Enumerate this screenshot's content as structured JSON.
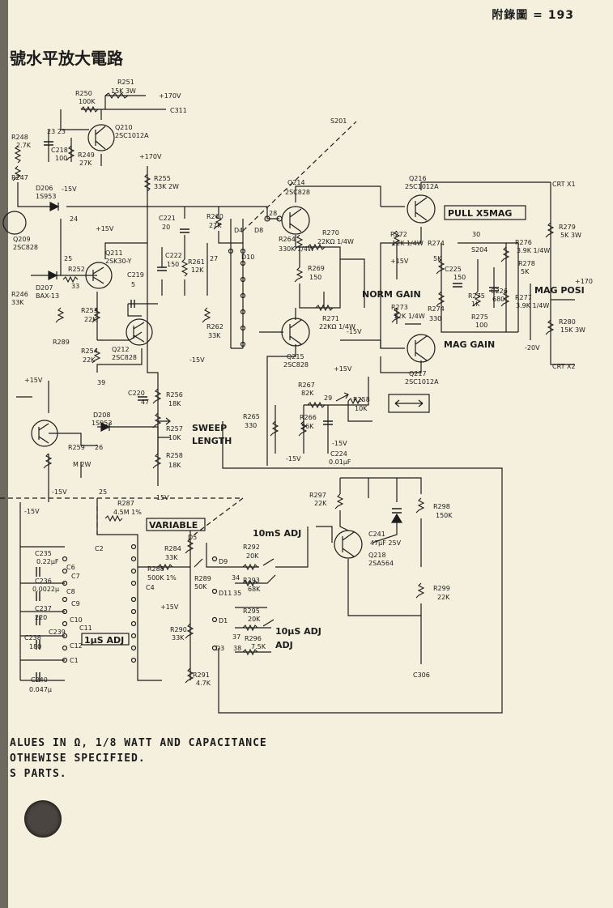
{
  "page_number": "附錄圖 = 193",
  "title": "號水平放大電路",
  "notes": [
    "ALUES IN Ω, 1/8 WATT AND CAPACITANCE",
    "OTHEWISE SPECIFIED.",
    "S PARTS."
  ],
  "labels": {
    "r251": "R251",
    "r251v": "15K 3W",
    "v170a": "+170V",
    "c311": "C311",
    "r250": "R250",
    "r250v": "100K",
    "q210": "Q210",
    "q210t": "2SC1012A",
    "r248": "R248",
    "r248v": "2.7K",
    "n23": "23 23",
    "c218": "C218",
    "c218v": "100",
    "r249": "R249",
    "r249v": "27K",
    "r247": "R247",
    "v15a": "-15V",
    "d206": "D206",
    "d206t": "1S953",
    "v170b": "+170V",
    "s201": "S201",
    "r255": "R255",
    "r255v": "33K 2W",
    "q214": "Q214",
    "q214t": "2SC828",
    "q216": "Q216",
    "q216t": "2SC1012A",
    "crt1": "CRT X1",
    "n24": "24",
    "q209": "Q209",
    "q209t": "2SC828",
    "v15b": "+15V",
    "c221": "C221",
    "c221v": "20",
    "r260": "R260",
    "r260v": "27K",
    "d4": "D4",
    "d8": "D8",
    "n28": "28",
    "r264": "R264",
    "r264v": "330K 1/4W",
    "r270": "R270",
    "r270v": "22KΩ 1/4W",
    "r272": "R272",
    "r272v": "12K 1/4W",
    "r274": "R274",
    "r274v": "5K",
    "pull": "PULL X5MAG",
    "r279": "R279",
    "r279v": "5K 3W",
    "n25": "25",
    "q211": "Q211",
    "q211t": "2SK30-Y",
    "c222": "C222",
    "c222v": "150",
    "r261": "R261",
    "r261v": "12K",
    "n27": "27",
    "d10": "D10",
    "r269": "R269",
    "r269v": "150",
    "v15c": "+15V",
    "n30": "30",
    "s204": "S204",
    "r276": "R276",
    "r276v": "3.9K 1/4W",
    "r278": "R278",
    "r278v": "5K",
    "r252": "R252",
    "r252v": "33",
    "d207": "D207",
    "d207t": "BAX-13",
    "r246": "R246",
    "r246v": "33K",
    "c219": "C219",
    "c219v": "5",
    "c225": "C225",
    "c225v": "150",
    "c226": "C226",
    "c226v": "680",
    "r275": "R275",
    "r275v": "1K",
    "r277": "R277",
    "r277v": "3.9K 1/4W",
    "normgain": "NORM GAIN",
    "magposi": "MAG POSI",
    "v170c": "+170",
    "r253": "R253",
    "r253v": "22K",
    "r273": "R273",
    "r273v": "12K 1/4W",
    "r274b": "R274",
    "r274bv": "330",
    "r275b": "R275",
    "r275bv": "100",
    "r289": "R289",
    "r271": "R271",
    "r271v": "22KΩ 1/4W",
    "v15d": "-15V",
    "r280": "R280",
    "r280v": "15K 3W",
    "q212": "Q212",
    "q212t": "2SC828",
    "r262": "R262",
    "r262v": "33K",
    "maggain": "MAG GAIN",
    "v20": "-20V",
    "r254": "R254",
    "r254v": "22K",
    "v15e": "-15V",
    "q215": "Q215",
    "q215t": "2SC828",
    "n39": "39",
    "q217": "Q217",
    "q217t": "2SC1012A",
    "crt2": "CRT X2",
    "v15f": "+15V",
    "c220": "C220",
    "c220v": "47",
    "r256": "R256",
    "r256v": "18K",
    "r267": "R267",
    "r267v": "82K",
    "v15g": "+15V",
    "n29": "29",
    "r258": "R258",
    "r258v": "10K",
    "d208": "D208",
    "d208t": "1S953",
    "r257": "R257",
    "r257v": "10K",
    "sweep": "SWEEP",
    "length": "LENGTH",
    "r265": "R265",
    "r265v": "330",
    "r266": "R266",
    "r266v": "56K",
    "r259": "R259",
    "n26": "26",
    "r259v": "M 2W",
    "r258b": "R258",
    "r258bv": "18K",
    "v15h": "-15V",
    "v15i": "-15V",
    "c224": "C224",
    "c224v": "0.01μF",
    "v15j": "-15V",
    "v15k": "-15V",
    "n25b": "25",
    "r287": "R287",
    "r287v": "4.5M 1%",
    "v15l": "-15V",
    "variable": "VARIABLE",
    "r297": "R297",
    "r297v": "22K",
    "r298": "R298",
    "r298v": "150K",
    "c235": "C235",
    "c235v": "0.22μF",
    "c2": "C2",
    "d5": "D5",
    "c241": "C241",
    "c241v": "47μF 25V",
    "adj10ms": "10mS ADJ",
    "r284": "R284",
    "r284v": "33K",
    "r292": "R292",
    "r292v": "20K",
    "c6": "C6",
    "c7": "C7",
    "r288": "R288",
    "r288v": "500K 1%",
    "d9": "D9",
    "q218": "Q218",
    "q218t": "2SA564",
    "c236": "C236",
    "c236v": "0.0022μ",
    "c4": "C4",
    "r289b": "R289",
    "r289bv": "50K",
    "n34": "34",
    "r293": "R293",
    "r293v": "68K",
    "d11": "D11",
    "n35": "35",
    "c8": "C8",
    "c9": "C9",
    "r299": "R299",
    "r299v": "22K",
    "c237": "C237",
    "c237v": "220",
    "v15m": "+15V",
    "r295": "R295",
    "r295v": "20K",
    "c10": "C10",
    "c11": "C11",
    "d1": "D1",
    "c238": "C238",
    "c239": "C239",
    "c12": "C12",
    "c1": "C1",
    "r290": "R290",
    "r290v": "33K",
    "n37": "37",
    "r296": "R296",
    "r296v": "7.5K",
    "adj10s": "10μS ADJ",
    "n180": "180",
    "adj1s": "1μS ADJ",
    "d3": "D3",
    "n38": "38",
    "adj": "ADJ",
    "c240": "C240",
    "c240v": "0.047μ",
    "r291": "R291",
    "r291v": "4.7K",
    "c306": "C306"
  }
}
